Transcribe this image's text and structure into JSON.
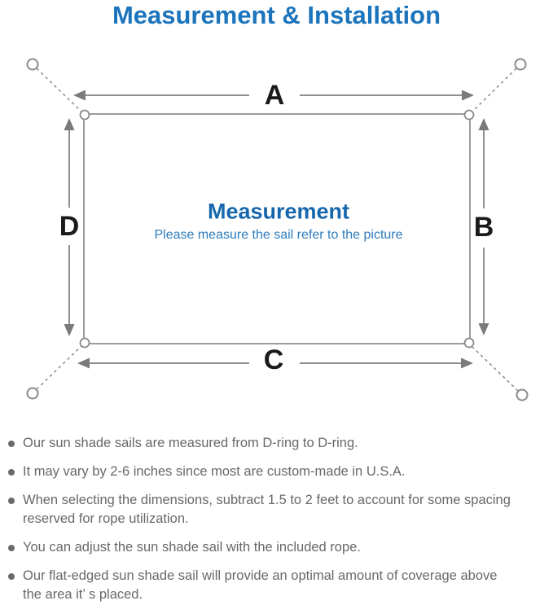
{
  "page": {
    "title": "Measurement & Installation"
  },
  "diagram": {
    "side_labels": {
      "top": "A",
      "right": "B",
      "bottom": "C",
      "left": "D"
    },
    "center": {
      "heading": "Measurement",
      "subheading": "Please measure the sail refer to the picture"
    },
    "colors": {
      "title_blue": "#1b74bc",
      "heading_blue": "#1767ad",
      "subheading_blue": "#2e7cbe",
      "line_gray": "#8f8f8f",
      "label_black": "#1a1a1a",
      "note_gray": "#686868"
    }
  },
  "notes": {
    "items": [
      {
        "text": "Our sun shade sails are measured from D-ring to D-ring."
      },
      {
        "text": "It may vary by 2-6 inches since most are custom-made in U.S.A."
      },
      {
        "text": "When selecting the dimensions, subtract 1.5 to 2 feet to account for some spacing\nreserved for rope utilization."
      },
      {
        "text": "You can adjust the sun shade sail with the included rope."
      },
      {
        "text": "Our flat-edged sun shade sail will provide an optimal amount of coverage above\nthe area it’ s placed."
      }
    ]
  }
}
